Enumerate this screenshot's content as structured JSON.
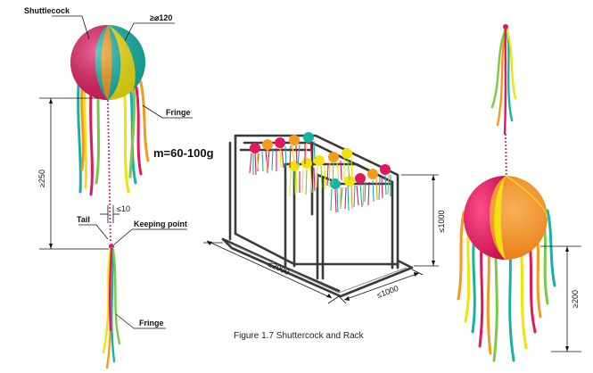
{
  "labels": {
    "shuttlecock": "Shuttlecock",
    "diameter": "≥⌀120",
    "fringe_top": "Fringe",
    "mass": "m=60-100g",
    "height": "≥250",
    "tail": "Tail",
    "tail_dim": "≤10",
    "keeping_point": "Keeping point",
    "fringe_bottom": "Fringe",
    "rack_length": "≤2000",
    "rack_width": "≤1000",
    "rack_height": "≤1000",
    "right_dim": "≥200"
  },
  "caption": "Figure 1.7 Shuttercock and Rack",
  "colors": {
    "magenta": "#e0195f",
    "teal": "#13b3a6",
    "yellow": "#f2e10c",
    "orange": "#f49a1d",
    "green": "#7ac943",
    "rack": "#3a3a3a"
  }
}
